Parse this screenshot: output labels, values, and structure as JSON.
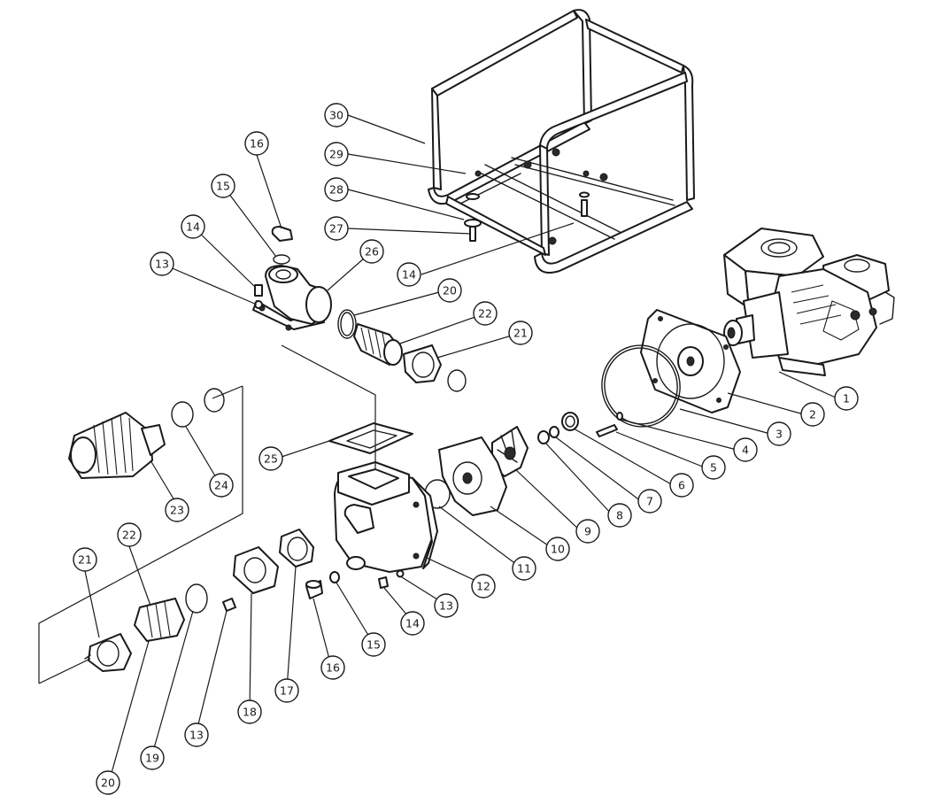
{
  "callouts": [
    {
      "id": "c30",
      "label": "30"
    },
    {
      "id": "c29",
      "label": "29"
    },
    {
      "id": "c28",
      "label": "28"
    },
    {
      "id": "c27",
      "label": "27"
    },
    {
      "id": "c14a",
      "label": "14"
    },
    {
      "id": "c16a",
      "label": "16"
    },
    {
      "id": "c15a",
      "label": "15"
    },
    {
      "id": "c14b",
      "label": "14"
    },
    {
      "id": "c13a",
      "label": "13"
    },
    {
      "id": "c26",
      "label": "26"
    },
    {
      "id": "c20a",
      "label": "20"
    },
    {
      "id": "c22a",
      "label": "22"
    },
    {
      "id": "c21a",
      "label": "21"
    },
    {
      "id": "c1",
      "label": "1"
    },
    {
      "id": "c2",
      "label": "2"
    },
    {
      "id": "c3",
      "label": "3"
    },
    {
      "id": "c4",
      "label": "4"
    },
    {
      "id": "c5",
      "label": "5"
    },
    {
      "id": "c6",
      "label": "6"
    },
    {
      "id": "c7",
      "label": "7"
    },
    {
      "id": "c8",
      "label": "8"
    },
    {
      "id": "c9",
      "label": "9"
    },
    {
      "id": "c10",
      "label": "10"
    },
    {
      "id": "c11",
      "label": "11"
    },
    {
      "id": "c12",
      "label": "12"
    },
    {
      "id": "c13b",
      "label": "13"
    },
    {
      "id": "c14c",
      "label": "14"
    },
    {
      "id": "c15b",
      "label": "15"
    },
    {
      "id": "c16b",
      "label": "16"
    },
    {
      "id": "c17",
      "label": "17"
    },
    {
      "id": "c18",
      "label": "18"
    },
    {
      "id": "c13c",
      "label": "13"
    },
    {
      "id": "c19",
      "label": "19"
    },
    {
      "id": "c20b",
      "label": "20"
    },
    {
      "id": "c25",
      "label": "25"
    },
    {
      "id": "c23",
      "label": "23"
    },
    {
      "id": "c24",
      "label": "24"
    },
    {
      "id": "c21b",
      "label": "21"
    },
    {
      "id": "c22b",
      "label": "22"
    }
  ]
}
